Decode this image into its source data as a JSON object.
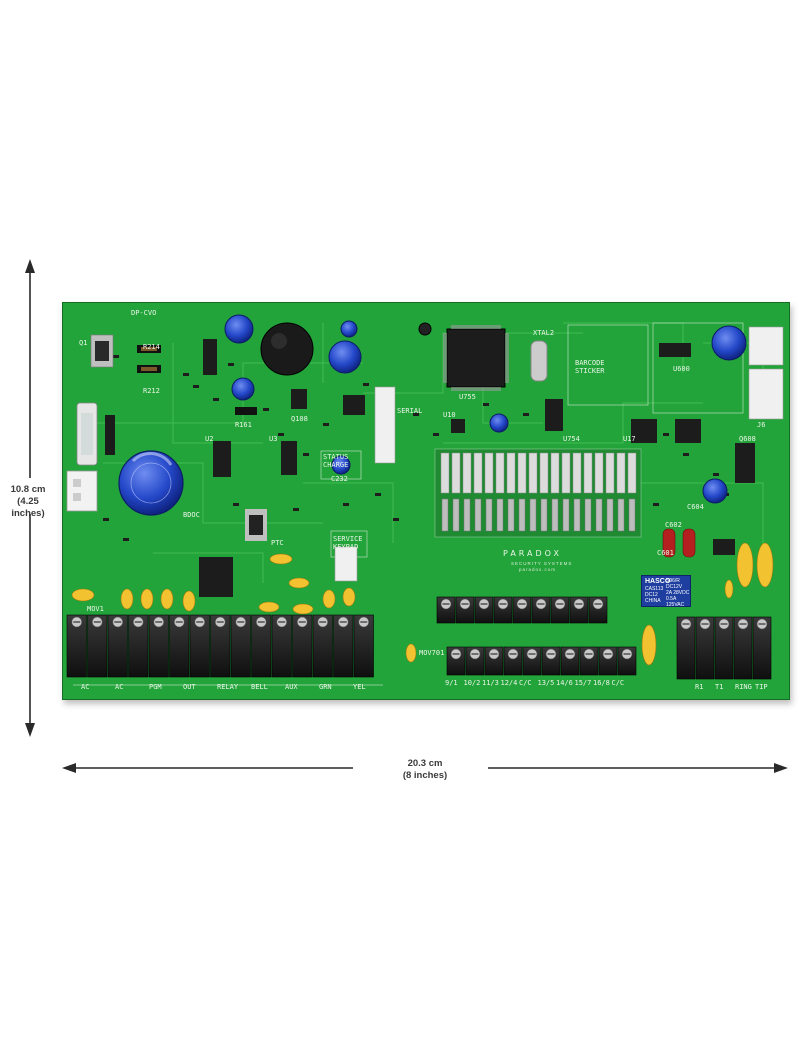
{
  "dimensions": {
    "height_cm": "10.8 cm",
    "height_in": "(4.25 inches)",
    "width_cm": "20.3 cm",
    "width_in": "(8 inches)"
  },
  "board": {
    "brand": "PARADOX",
    "brand_sub": "SECURITY SYSTEMS",
    "url": "paradox.com",
    "model": "DP-CVO",
    "silkscreen": {
      "q1": "Q1",
      "r214": "R214",
      "r212": "R212",
      "q108": "Q108",
      "r161": "R161",
      "u2": "U2",
      "u3": "U3",
      "u755": "U755",
      "u754": "U754",
      "u600": "U600",
      "u10": "U10",
      "u17": "U17",
      "j6": "J6",
      "q608": "Q608",
      "xtal2": "XTAL2",
      "barcode": "BARCODE",
      "sticker": "STICKER",
      "serial": "SERIAL",
      "status": "STATUS",
      "charge": "CHARGE",
      "service": "SERVICE",
      "keypad": "KEYPAD",
      "bdoc": "BDOC",
      "ptc": "PTC",
      "mov1": "MOV1",
      "mov701": "MOV701",
      "c232": "C232",
      "c601": "C601",
      "c602": "C602",
      "c604": "C604"
    },
    "relay": {
      "brand": "HASCO",
      "model": "CAS113",
      "coil": "DC12",
      "origin": "CHINA",
      "spec_line1": "S96/R",
      "spec_line2": "DC12V",
      "spec_line3": "2A 28VDC",
      "spec_line4": "0.5A 125VAC"
    },
    "terminal_labels_left": [
      "AC",
      "AC",
      "PGM",
      "OUT",
      "RELAY",
      "BELL",
      "AUX",
      "GRN",
      "YEL"
    ],
    "terminal_labels_mid": [
      "9/1",
      "10/2",
      "11/3",
      "12/4",
      "C/C",
      "13/5",
      "14/6",
      "15/7",
      "16/8",
      "C/C"
    ],
    "terminal_labels_right": [
      "R1",
      "T1",
      "RING",
      "TIP"
    ]
  },
  "colors": {
    "pcb": "#23a43a",
    "terminal": "#1c1c1c",
    "capacitor": "#2448c9",
    "varistor": "#f2c230",
    "arrow": "#2a2a2a"
  }
}
